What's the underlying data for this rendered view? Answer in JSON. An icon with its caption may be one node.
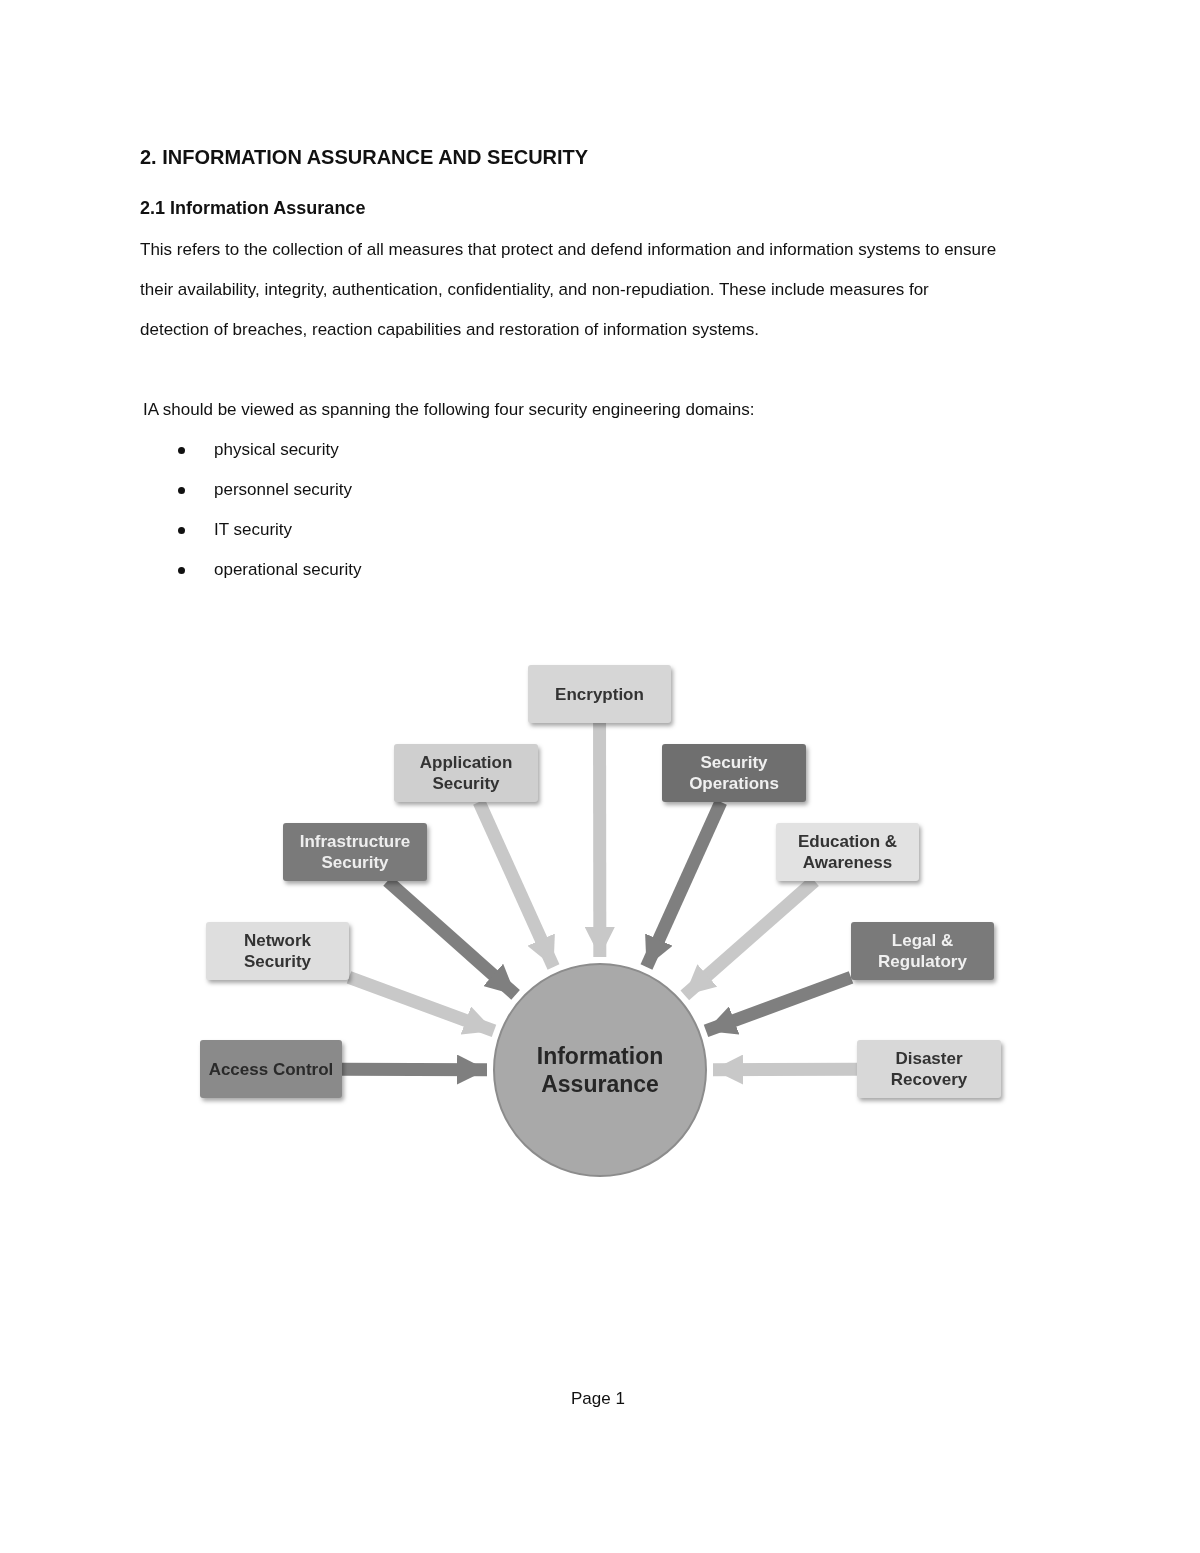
{
  "diagram": {
    "title": "2. INFORMATION ASSURANCE AND SECURITY",
    "nodes": [
      {
        "text": [
          "Information Assurance"
        ]
      },
      {
        "text": [
          "Access Control"
        ]
      },
      {
        "text": [
          "Network Security"
        ]
      },
      {
        "text": [
          "Infrastructure Security"
        ]
      },
      {
        "text": [
          "Application Security"
        ]
      },
      {
        "text": [
          "Encryption"
        ]
      },
      {
        "text": [
          "Security Operations"
        ]
      },
      {
        "text": [
          "Education & Awareness"
        ]
      },
      {
        "text": [
          "Legal & Regulatory"
        ]
      },
      {
        "text": [
          "Disaster Recovery"
        ]
      }
    ],
    "edges": [
      {
        "from": 1,
        "to": 0,
        "arrow": "to",
        "color": "#7f7f7f"
      },
      {
        "from": 2,
        "to": 0,
        "arrow": "to"
      },
      {
        "from": 3,
        "to": 0,
        "arrow": "to",
        "color": "#7f7f7f"
      },
      {
        "from": 4,
        "to": 0,
        "arrow": "to"
      },
      {
        "from": 5,
        "to": 0,
        "arrow": "to"
      },
      {
        "from": 6,
        "to": 0,
        "arrow": "to",
        "color": "#7f7f7f"
      },
      {
        "from": 7,
        "to": 0,
        "arrow": "to"
      },
      {
        "from": 8,
        "to": 0,
        "arrow": "to",
        "color": "#7f7f7f"
      },
      {
        "from": 9,
        "to": 0,
        "arrow": "to"
      }
    ],
    "labels": [
      "2.1 Information Assurance",
      "This refers to the collection of all measures that protect and defend information and information systems to ensure their availability, integrity, authentication, confidentiality, and non-repudiation. These include measures for detection of breaches, reaction capabilities and restoration of information systems.",
      "IA should be viewed as spanning the following four security engineering domains:",
      "physical security",
      "personnel security",
      "IT security",
      "operational security",
      "Page 1"
    ]
  }
}
